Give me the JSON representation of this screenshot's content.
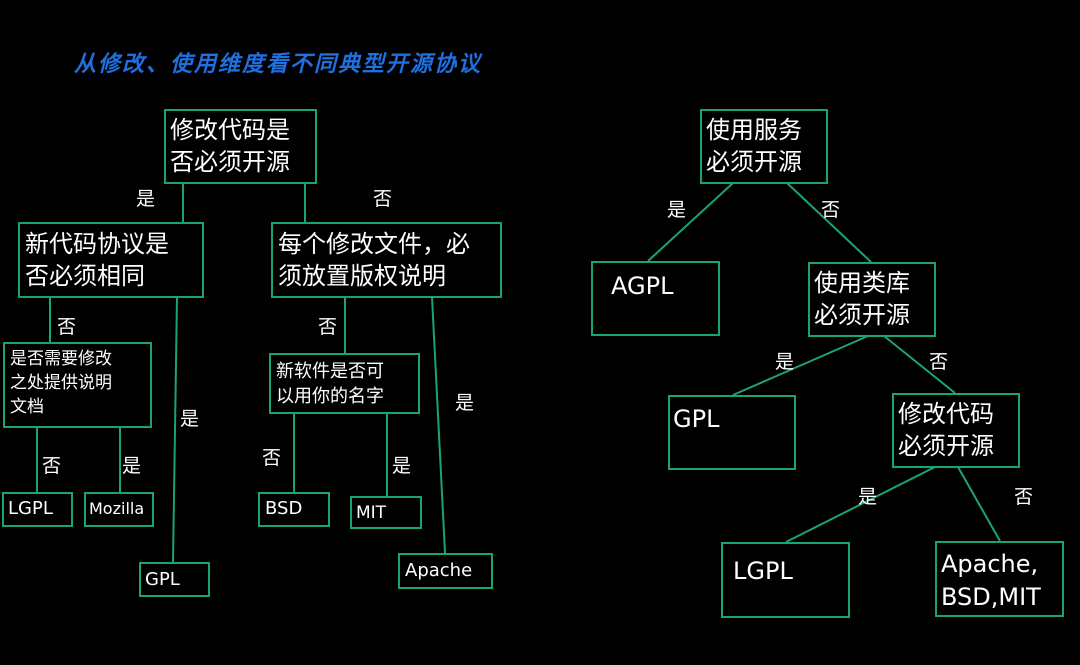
{
  "title": "从修改、使用维度看不同典型开源协议",
  "colors": {
    "background": "#000000",
    "node_border": "#1aa37a",
    "edge": "#1aa37a",
    "title": "#1f6fe0",
    "text": "#ffffff"
  },
  "left_tree": {
    "root": "修改代码是\n否必须开源",
    "new_code_same": "新代码协议是\n否必须相同",
    "each_file_copyright": "每个修改文件，必\n须放置版权说明",
    "explain_changes": "是否需要修改\n之处提供说明\n文档",
    "lgpl": "LGPL",
    "mozilla": "Mozilla",
    "gpl": "GPL",
    "use_name": "新软件是否可\n以用你的名字",
    "bsd": "BSD",
    "mit": "MIT",
    "apache": "Apache",
    "edge_labels": {
      "root_yes": "是",
      "root_no": "否",
      "new_code_no": "否",
      "explain_no": "否",
      "explain_yes": "是",
      "gpl_yes": "是",
      "copyright_no": "否",
      "use_name_no": "否",
      "use_name_yes": "是",
      "apache_yes": "是"
    }
  },
  "right_tree": {
    "root": "使用服务\n必须开源",
    "agpl": "AGPL",
    "use_library": "使用类库\n必须开源",
    "gpl": "GPL",
    "modify_code": "修改代码\n必须开源",
    "lgpl": "LGPL",
    "apache_bsd_mit": "Apache,\nBSD,MIT",
    "edge_labels": {
      "root_yes": "是",
      "root_no": "否",
      "library_yes": "是",
      "library_no": "否",
      "modify_yes": "是",
      "modify_no": "否"
    }
  }
}
